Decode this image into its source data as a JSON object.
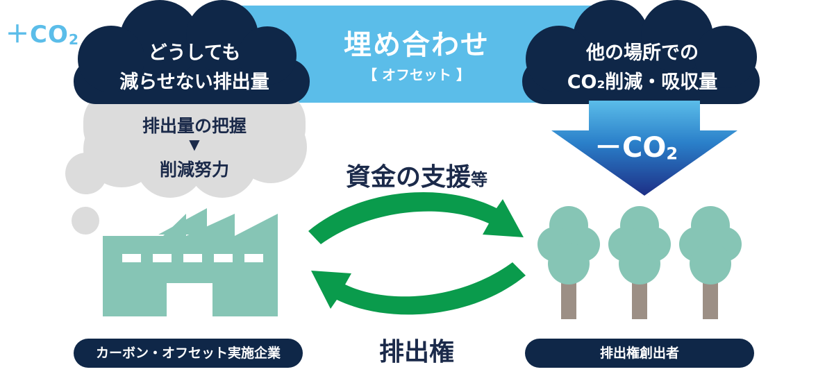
{
  "plus_co2": "＋CO",
  "plus_co2_sub": "2",
  "banner": {
    "title": "埋め合わせ",
    "subtitle": "【 オフセット 】"
  },
  "cloud_left": {
    "line1": "どうしても",
    "line2": "減らせない排出量"
  },
  "cloud_right": {
    "line1": "他の場所での",
    "line2": "CO₂削減・吸収量"
  },
  "grey_cloud": {
    "line1": "排出量の把握",
    "arrow": "▼",
    "line3": "削減努力"
  },
  "minus_co2": "－CO",
  "minus_co2_sub": "2",
  "funding": {
    "main": "資金の支援",
    "suffix": "等"
  },
  "credits": "排出権",
  "label_left": "カーボン・オフセット実施企業",
  "label_right": "排出権創出者",
  "colors": {
    "navy": "#0f2748",
    "light_blue": "#5bbde9",
    "grey": "#dcdcdc",
    "teal": "#86c5b5",
    "green": "#0a9b4c",
    "trunk": "#9c8f85"
  },
  "icons": [
    "factory-icon",
    "tree-icon",
    "arrow-down-icon",
    "cycle-arrow-icon"
  ]
}
